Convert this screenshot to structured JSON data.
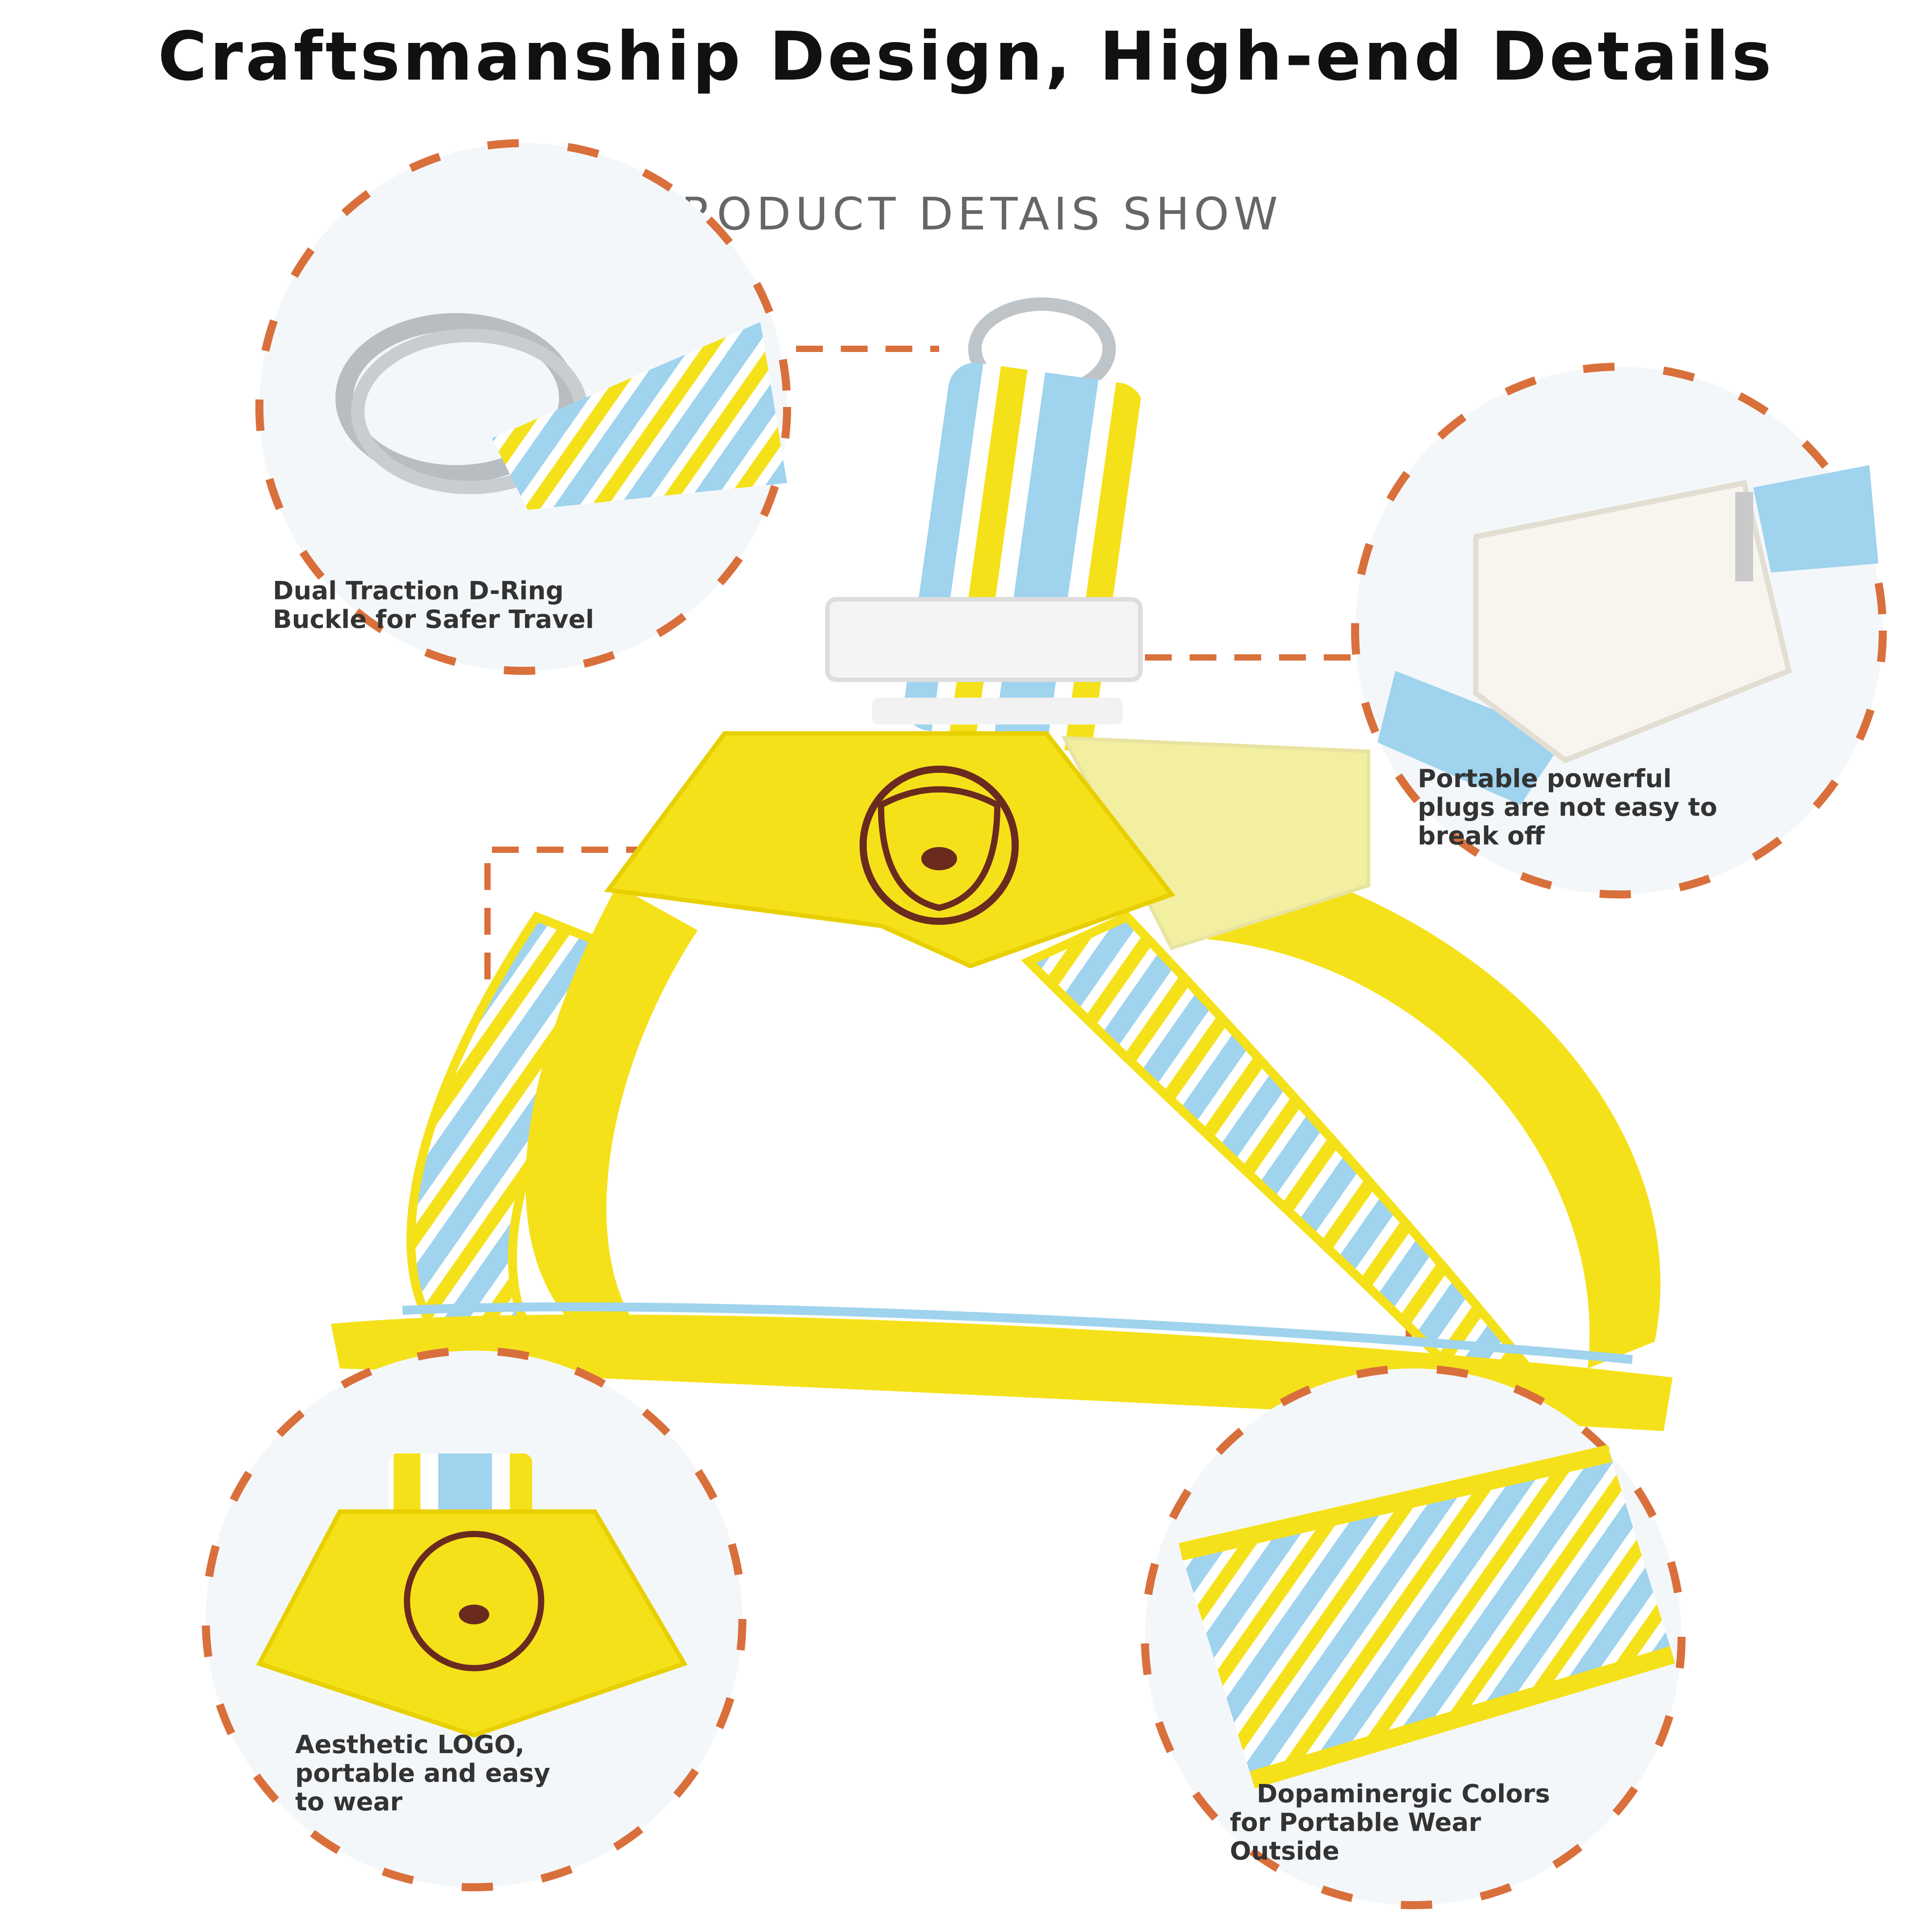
{
  "header": {
    "title": "Craftsmanship Design, High-end Details",
    "subtitle": "PRODUCT DETAIS SHOW"
  },
  "callouts": [
    {
      "id": "d-ring",
      "lines": [
        "Dual Traction D-Ring",
        "Buckle for Safer Travel"
      ],
      "icon": "d-ring-buckle-closeup"
    },
    {
      "id": "plug",
      "lines": [
        "Portable powerful",
        "plugs are not easy to",
        "break off"
      ],
      "icon": "buckle-plug-closeup"
    },
    {
      "id": "logo",
      "lines": [
        "Aesthetic LOGO,",
        "portable and easy",
        "to wear"
      ],
      "icon": "logo-patch-closeup"
    },
    {
      "id": "colors",
      "lines": [
        "Dopaminergic Colors",
        "for Portable Wear",
        "Outside"
      ],
      "icon": "striped-webbing-closeup"
    }
  ],
  "colors": {
    "accent_dashes": "#D9703C",
    "harness_yellow": "#F5E11A",
    "stripe_blue": "#9FD3EE",
    "stripe_white": "#FFFFFF",
    "logo_brown": "#6B2A1E"
  }
}
